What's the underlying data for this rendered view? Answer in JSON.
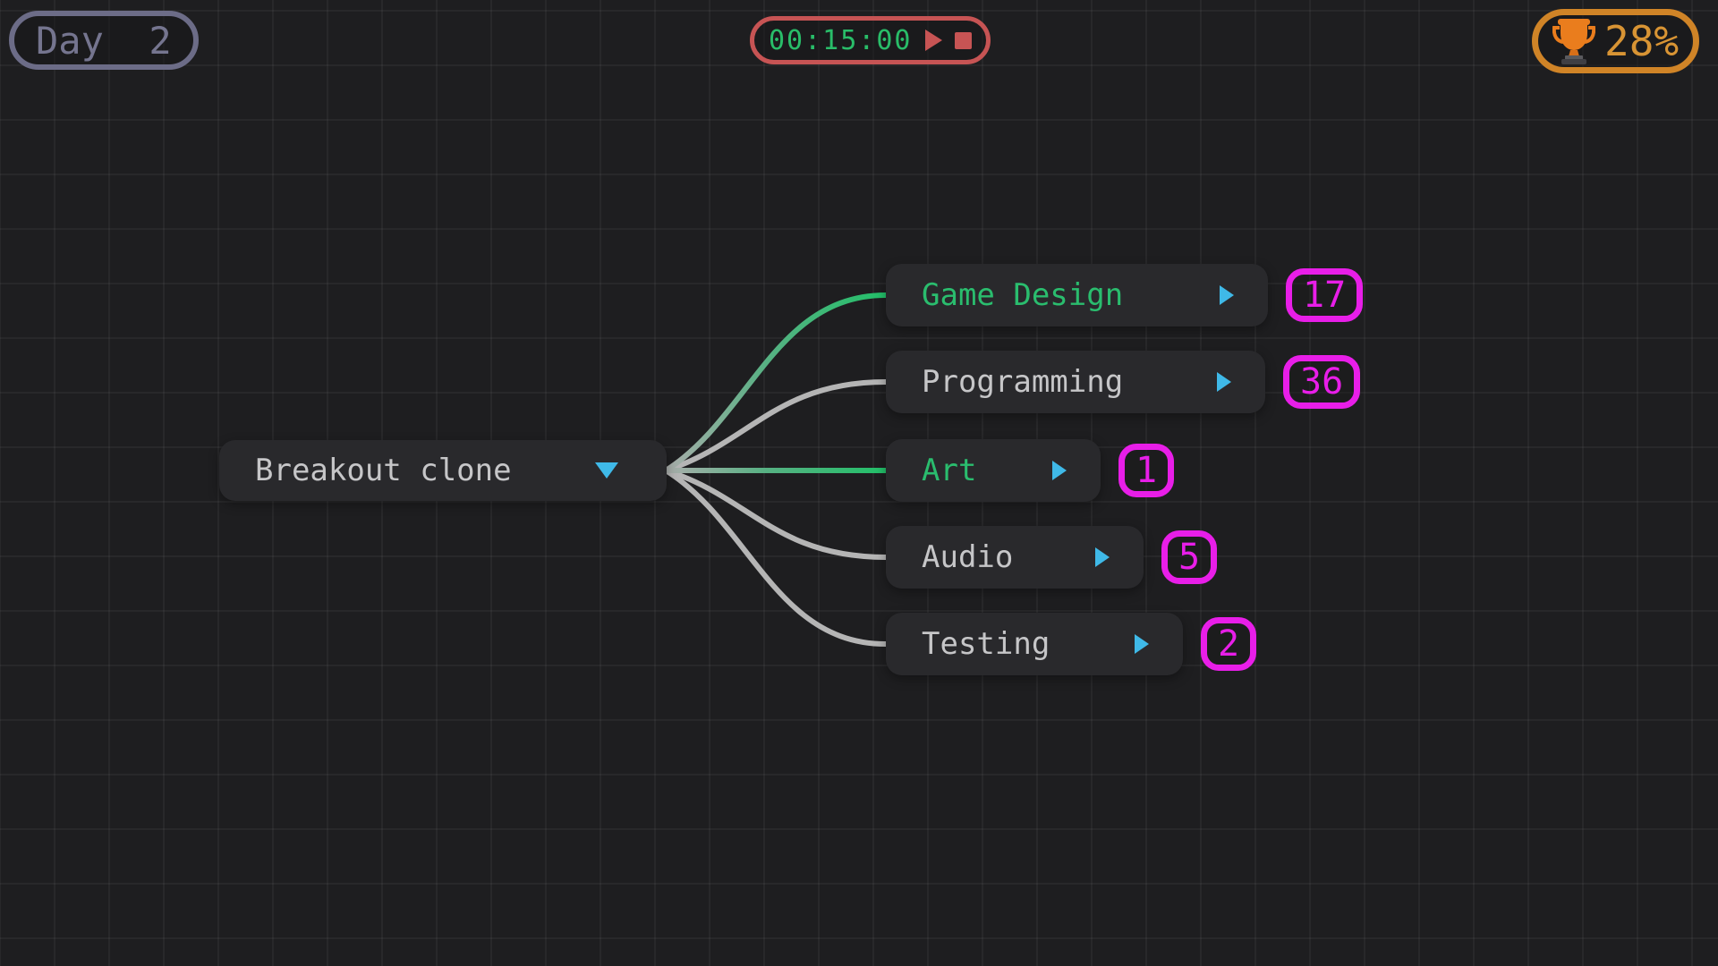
{
  "hud": {
    "day_label": "Day  2",
    "timer": {
      "time": "00:15:00"
    },
    "progress": {
      "value": "28%"
    }
  },
  "mindmap": {
    "root": {
      "label": "Breakout clone",
      "collapsed": false
    },
    "children": [
      {
        "label": "Game Design",
        "count": "17",
        "highlighted": true
      },
      {
        "label": "Programming",
        "count": "36",
        "highlighted": false
      },
      {
        "label": "Art",
        "count": "1",
        "highlighted": true
      },
      {
        "label": "Audio",
        "count": "5",
        "highlighted": false
      },
      {
        "label": "Testing",
        "count": "2",
        "highlighted": false
      }
    ]
  },
  "icons": {
    "root_toggle": "chevron-down-triangle",
    "child_expand": "triangle-right",
    "timer_play": "play",
    "timer_stop": "stop",
    "progress_trophy": "trophy"
  },
  "colors": {
    "background": "#1e1e20",
    "node_background": "#29292c",
    "label_gray": "#c6c6c8",
    "label_green": "#2abd6e",
    "arrow_cyan": "#3fb9e8",
    "badge_magenta": "#e81ee8",
    "timer_red": "#c75454",
    "timer_green": "#29bd69",
    "day_purple": "#6c6c87",
    "trophy_orange": "#d08427",
    "edge_gray": "#b5b5b5",
    "edge_green": "#22c069"
  }
}
